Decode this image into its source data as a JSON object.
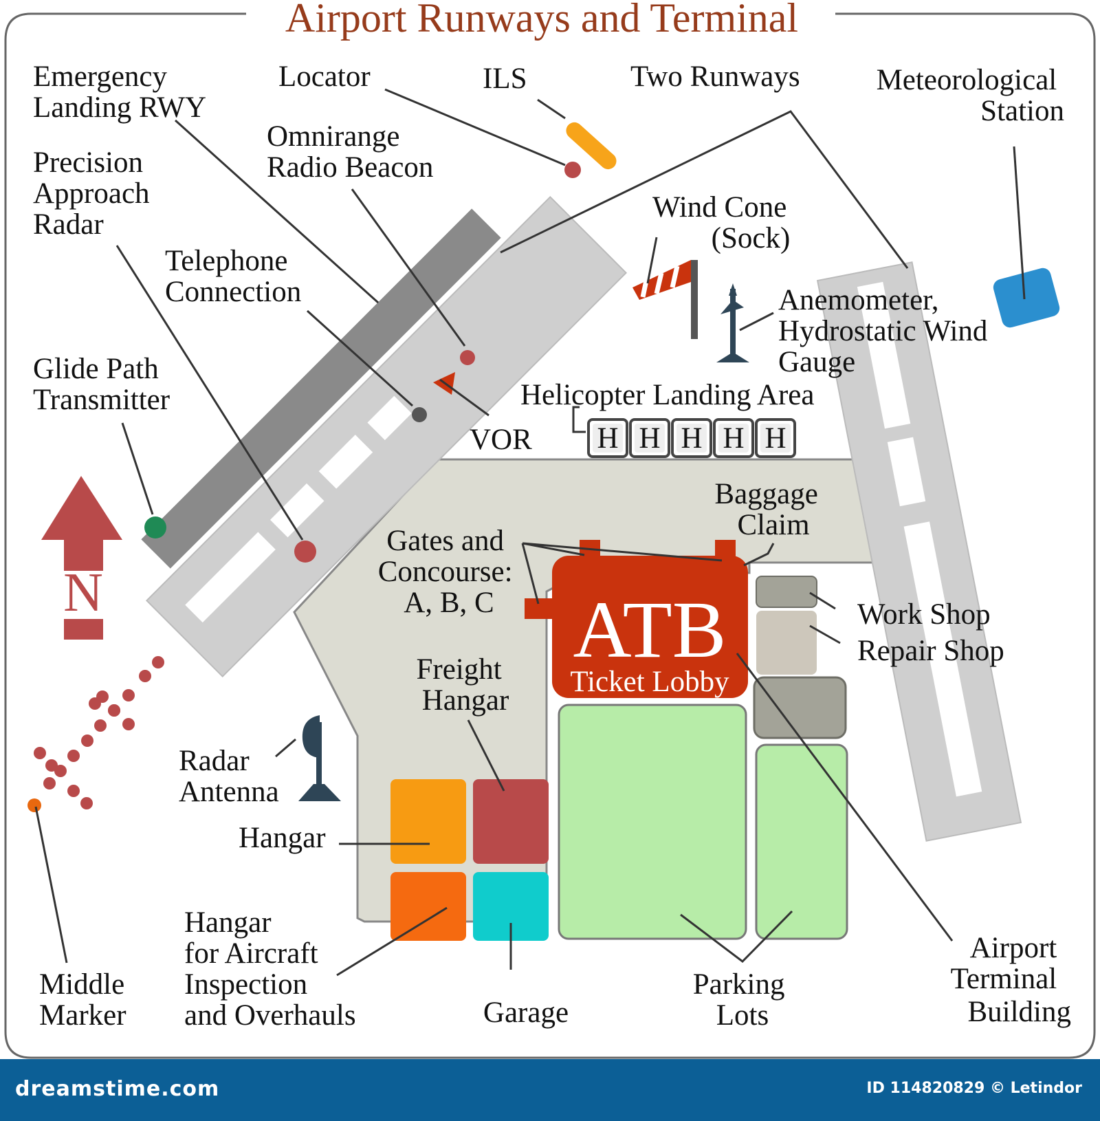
{
  "title": "Airport Runways and Terminal",
  "labels": {
    "emergency_landing_rwy": [
      "Emergency",
      "Landing RWY"
    ],
    "locator": [
      "Locator"
    ],
    "ils": [
      "ILS"
    ],
    "two_runways": [
      "Two Runways"
    ],
    "meteorological_station": [
      "Meteorological",
      "Station"
    ],
    "omnirange_radio_beacon": [
      "Omnirange",
      "Radio Beacon"
    ],
    "precision_approach_radar": [
      "Precision",
      "Approach",
      "Radar"
    ],
    "wind_cone": [
      "Wind Cone",
      "(Sock)"
    ],
    "telephone_connection": [
      "Telephone",
      "Connection"
    ],
    "anemometer": [
      "Anemometer,",
      "Hydrostatic Wind",
      "Gauge"
    ],
    "glide_path_transmitter": [
      "Glide Path",
      "Transmitter"
    ],
    "helicopter_landing_area": [
      "Helicopter Landing Area"
    ],
    "vor": [
      "VOR"
    ],
    "baggage_claim": [
      "Baggage",
      "Claim"
    ],
    "gates_and_concourse": [
      "Gates and",
      "Concourse:",
      "A, B, C"
    ],
    "work_shop": [
      "Work Shop"
    ],
    "repair_shop": [
      "Repair Shop"
    ],
    "freight_hangar": [
      "Freight",
      "Hangar"
    ],
    "radar_antenna": [
      "Radar",
      "Antenna"
    ],
    "hangar": [
      "Hangar"
    ],
    "hangar_inspection": [
      "Hangar",
      "for Aircraft",
      "Inspection",
      "and Overhauls"
    ],
    "middle_marker": [
      "Middle",
      "Marker"
    ],
    "garage": [
      "Garage"
    ],
    "parking_lots": [
      "Parking",
      "Lots"
    ],
    "airport_terminal_building": [
      "Airport",
      "Terminal",
      "Building"
    ]
  },
  "atb": {
    "code": "ATB",
    "subtitle": "Ticket Lobby"
  },
  "helipad_letter": "H",
  "north": "N",
  "footer": {
    "brand": "dreamstime.com",
    "id": "ID 114820829 © Letindor"
  },
  "colors": {
    "title": "#963b1b",
    "runway": "#cfcfcf",
    "emergency_runway": "#8a8a8a",
    "apron": "#dcdcd2",
    "atb": "#c9330d",
    "parking": "#b7eca8",
    "hangar": "#f79b12",
    "freight_hangar": "#b84a4a",
    "inspection_hangar": "#f56a10",
    "garage": "#10cccc",
    "work_shop": "#a3a398",
    "repair_shop": "#cdc7bb",
    "meteorological_station": "#2b8fcf",
    "glide_path_transmitter": "#1f8a55",
    "marker_red": "#b84a4a",
    "middle_marker": "#e8680f",
    "footer": "#0c5f96"
  }
}
